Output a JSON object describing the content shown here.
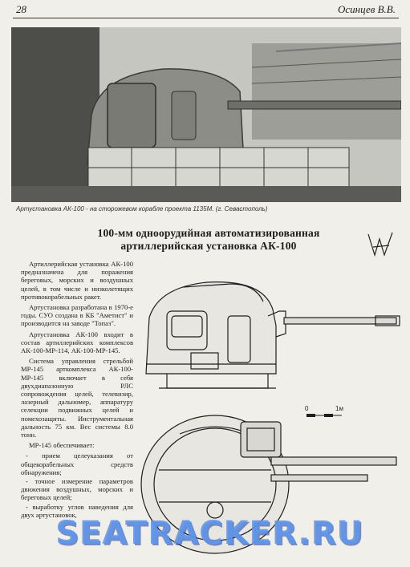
{
  "header": {
    "page_number": "28",
    "author": "Осинцев В.В."
  },
  "photo": {
    "caption": "Артустановка АК-100 - на сторожевом корабле проекта 1135М. (г. Севастополь)"
  },
  "article": {
    "title_line1": "100-мм одноорудийная автоматизированная",
    "title_line2": "артиллерийская установка АК-100",
    "paragraphs": [
      "Артиллерийская установка АК-100 предназначена для поражения береговых, морских и воздушных целей, в том числе и низколетящих противокорабельных ракет.",
      "Артустановка разработана в 1970-е годы. СУО создана в КБ \"Аметист\" и производится на заводе \"Топаз\".",
      "Артустановка АК-100 входит в состав артиллерийских комплексов АК-100-МР-114, АК-100-МР-145.",
      "Система управления стрельбой МР-145 арткомплекса АК-100-МР-145 включает в себя двухдиапазонную РЛС сопровождения целей, телевизир, лазерный дальномер, аппаратуру селекции подвижных целей и помехозащиты. Инструментальная дальность 75 км. Вес системы 8.0 тонн.",
      "МР-145 обеспечивает:"
    ],
    "bullets": [
      "- прием целеуказания от общекорабельных средств обнаружения;",
      "- точное измерение параметров движения воздушных, морских и береговых целей;",
      "- выработку углов наведения для двух артустановок,"
    ]
  },
  "drawing": {
    "scale_zero": "0",
    "scale_end": "1м"
  },
  "watermark": {
    "text": "SEATRACKER.RU"
  }
}
